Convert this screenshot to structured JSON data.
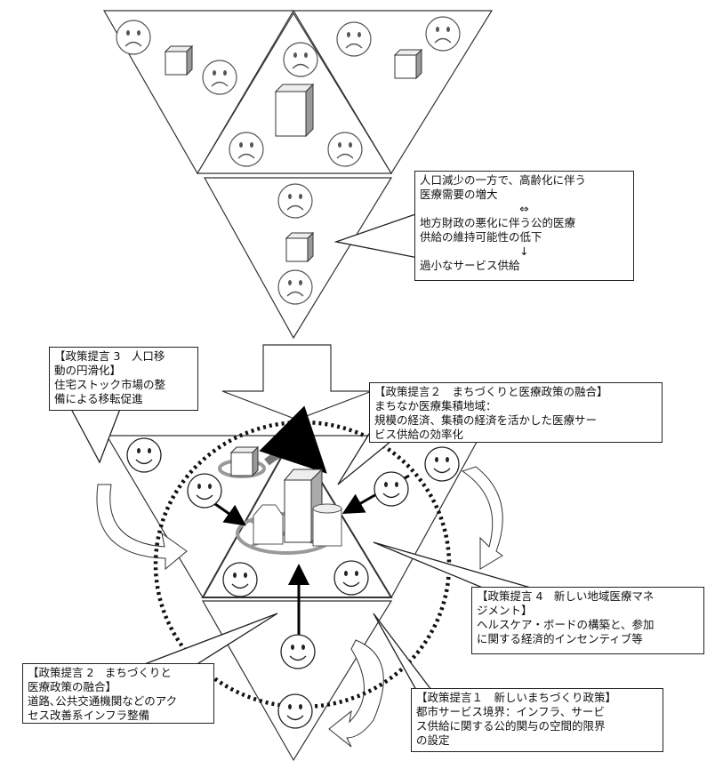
{
  "top_callout": {
    "line1": "人口減少の一方で、高齢化に伴う",
    "line2": "医療需要の増大",
    "symbol1": "⇔",
    "line3": "地方財政の悪化に伴う公的医療",
    "line4": "供給の維持可能性の低下",
    "symbol2": "↓",
    "line5": "過小なサービス供給"
  },
  "proposal_3": {
    "line1": "【政策提言 3　人口移",
    "line2": "動の円滑化】",
    "line3": "住宅ストック市場の整",
    "line4": "備による移転促進"
  },
  "proposal_2_center": {
    "line1": "【政策提言２　まちづくりと医療政策の融合】",
    "line2": "まちなか医療集積地域：",
    "line3": "規模の経済、集積の経済を活かした医療サー",
    "line4": "ビス供給の効率化"
  },
  "proposal_4": {
    "line1": "【政策提言 4　新しい地域医療マネ",
    "line2": "ジメント】",
    "line3": "ヘルスケア・ボードの構築と、参加",
    "line4": "に関する経済的インセンティブ等"
  },
  "proposal_2_access": {
    "line1": "【政策提言 2　まちづくりと",
    "line2": "医療政策の融合】",
    "line3": "道路､公共交通機関などのアク",
    "line4": "セス改善系インフラ整備"
  },
  "proposal_1": {
    "line1": "【政策提言１　新しいまちづくり政策】",
    "line2": "都市サービス境界：インフラ、サービ",
    "line3": "ス供給に関する公的関与の空間的限界",
    "line4": "の設定"
  }
}
